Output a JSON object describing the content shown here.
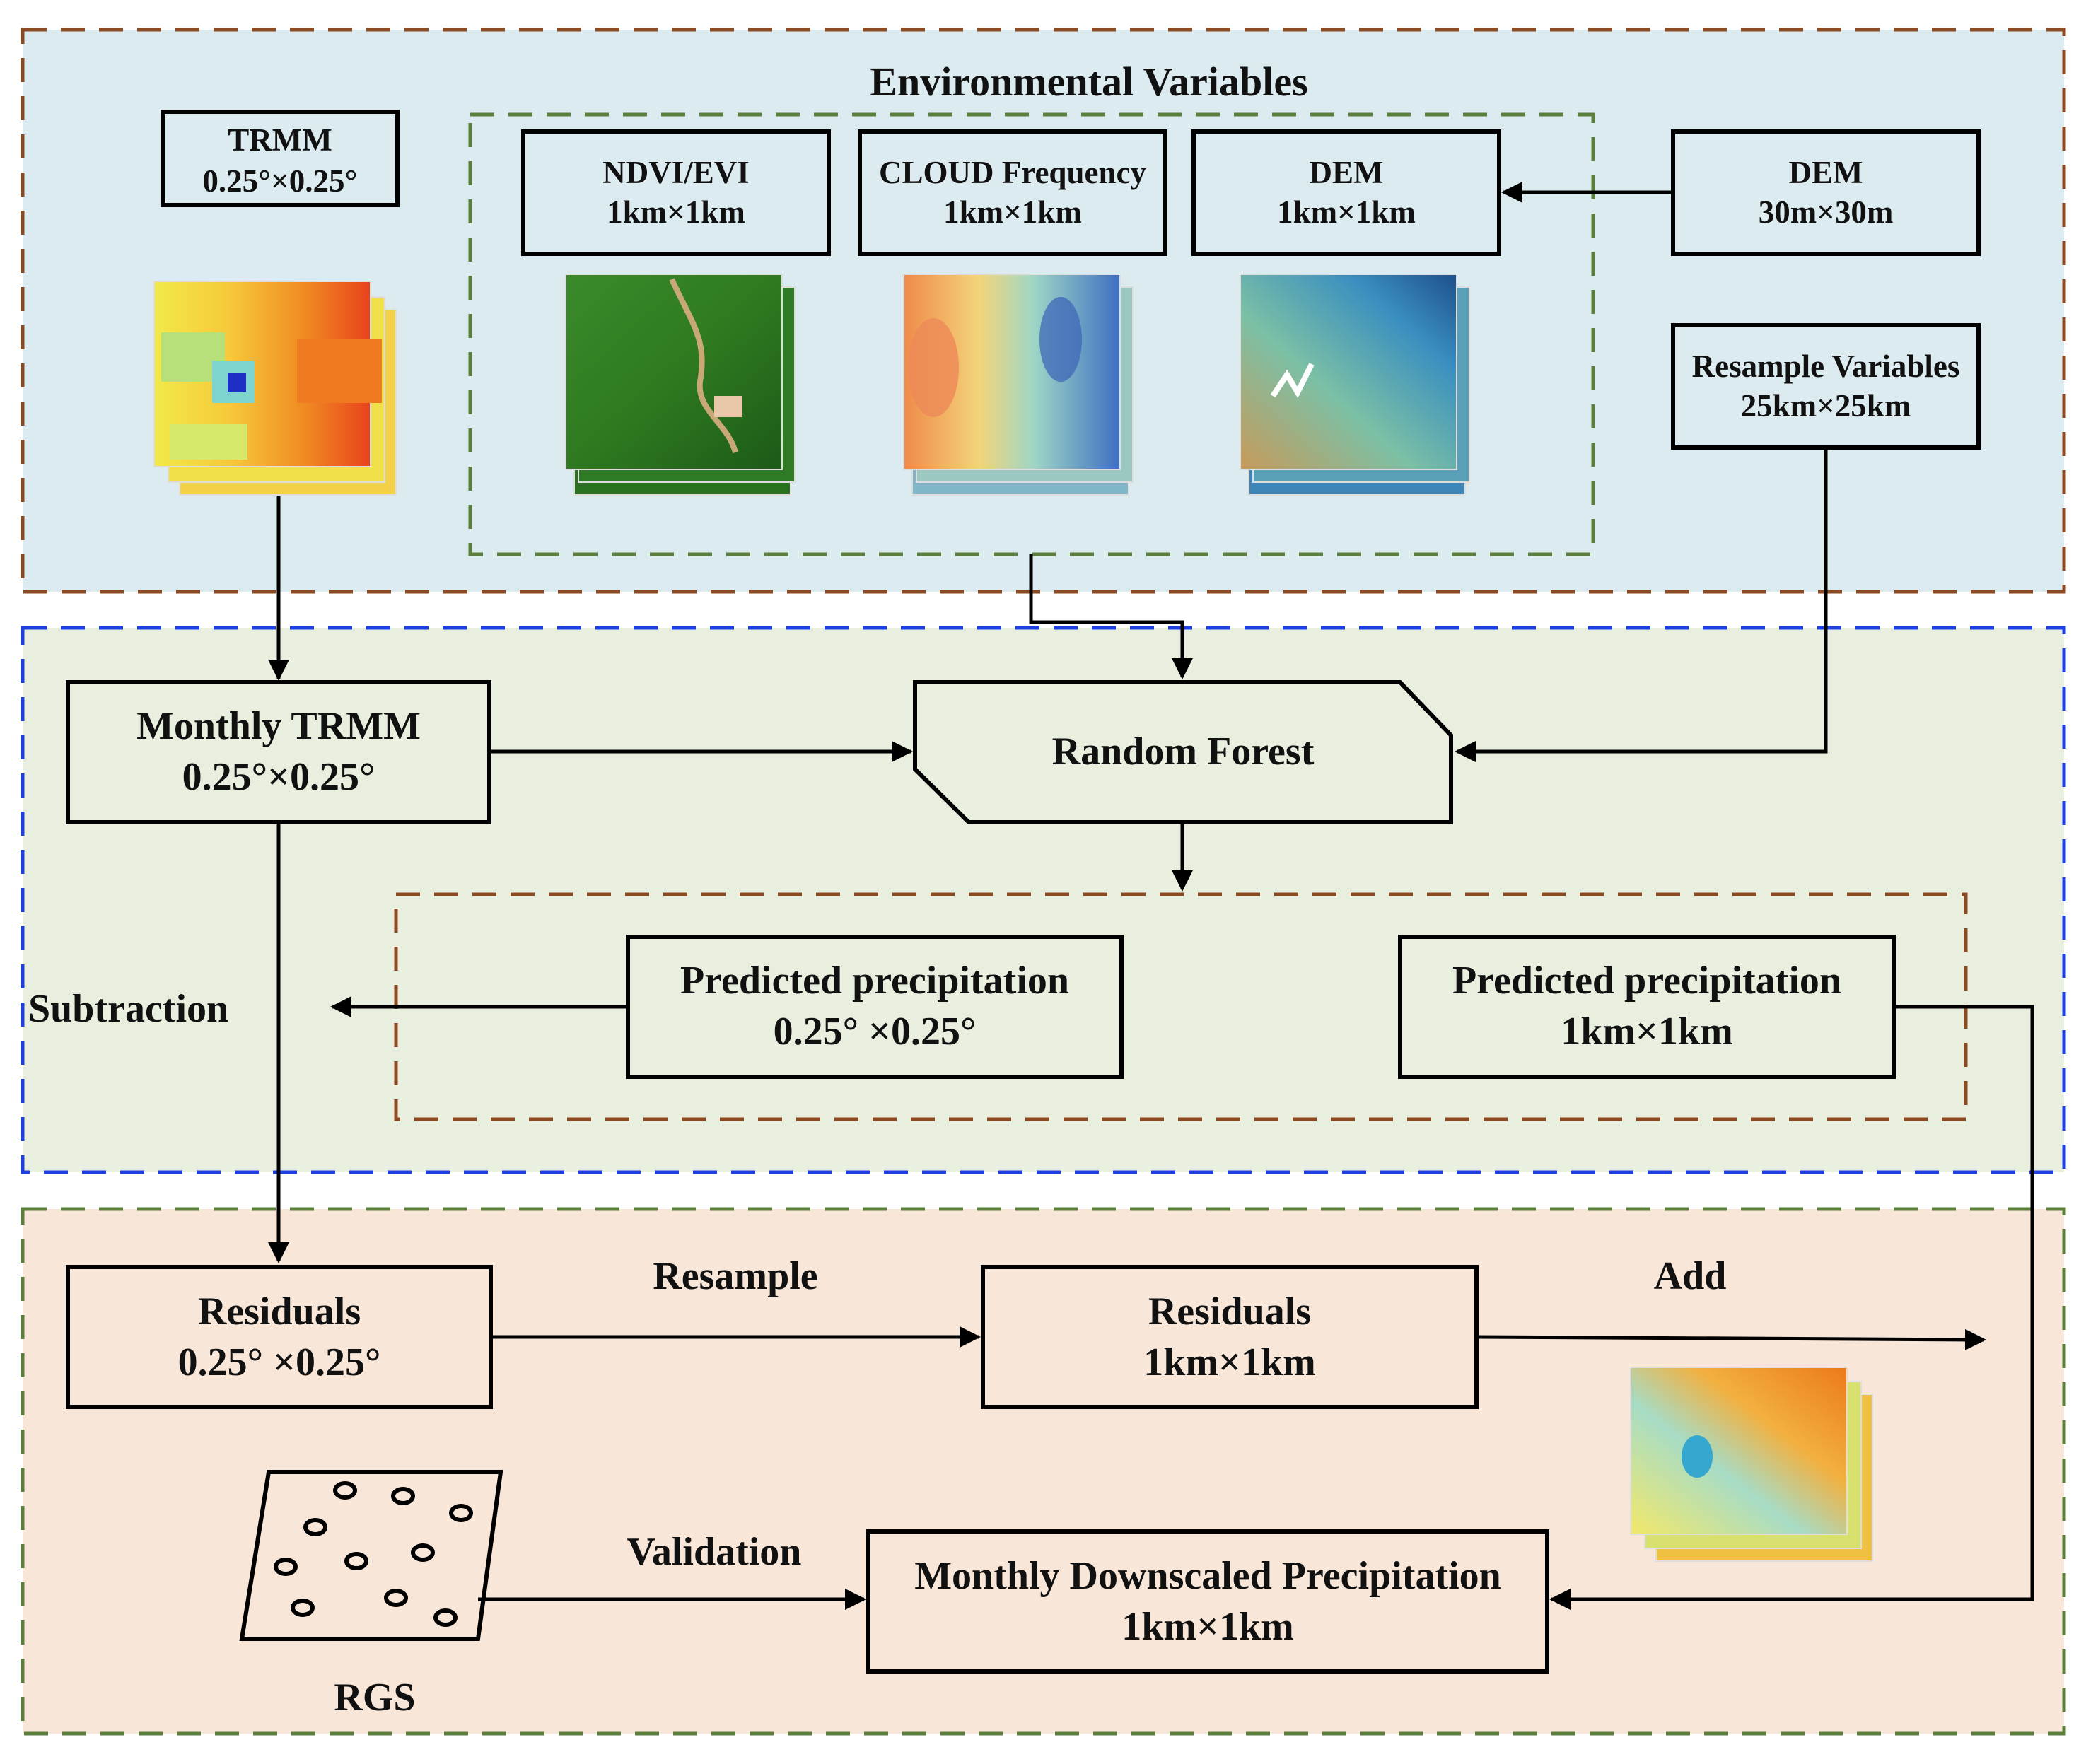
{
  "colors": {
    "top_panel_bg": "#dcebf0",
    "middle_panel_bg": "#e9efdf",
    "bottom_panel_bg": "#f8e6d8",
    "brown_dash": "#8b4a22",
    "blue_dash": "#1f3fe0",
    "green_dash": "#5a7f3a"
  },
  "env": {
    "title": "Environmental Variables",
    "trmm": {
      "title": "TRMM",
      "res": "0.25°×0.25°"
    },
    "ndvi": {
      "title": "NDVI/EVI",
      "res": "1km×1km"
    },
    "cloud": {
      "title": "CLOUD Frequency",
      "res": "1km×1km"
    },
    "dem_1km": {
      "title": "DEM",
      "res": "1km×1km"
    },
    "dem_30m": {
      "title": "DEM",
      "res": "30m×30m"
    },
    "resample_vars": {
      "title": "Resample Variables",
      "res": "25km×25km"
    }
  },
  "model": {
    "monthly_trmm": {
      "title": "Monthly TRMM",
      "res": "0.25°×0.25°"
    },
    "random_forest": "Random Forest",
    "pred_coarse": {
      "title": "Predicted precipitation",
      "res": "0.25° ×0.25°"
    },
    "pred_fine": {
      "title": "Predicted precipitation",
      "res": "1km×1km"
    },
    "subtraction": "Subtraction"
  },
  "residual": {
    "residuals_coarse": {
      "title": "Residuals",
      "res": "0.25° ×0.25°"
    },
    "residuals_fine": {
      "title": "Residuals",
      "res": "1km×1km"
    },
    "resample_label": "Resample",
    "add_label": "Add",
    "validation_label": "Validation",
    "rgs_label": "RGS",
    "downscaled": {
      "title": "Monthly Downscaled Precipitation",
      "res": "1km×1km"
    }
  }
}
